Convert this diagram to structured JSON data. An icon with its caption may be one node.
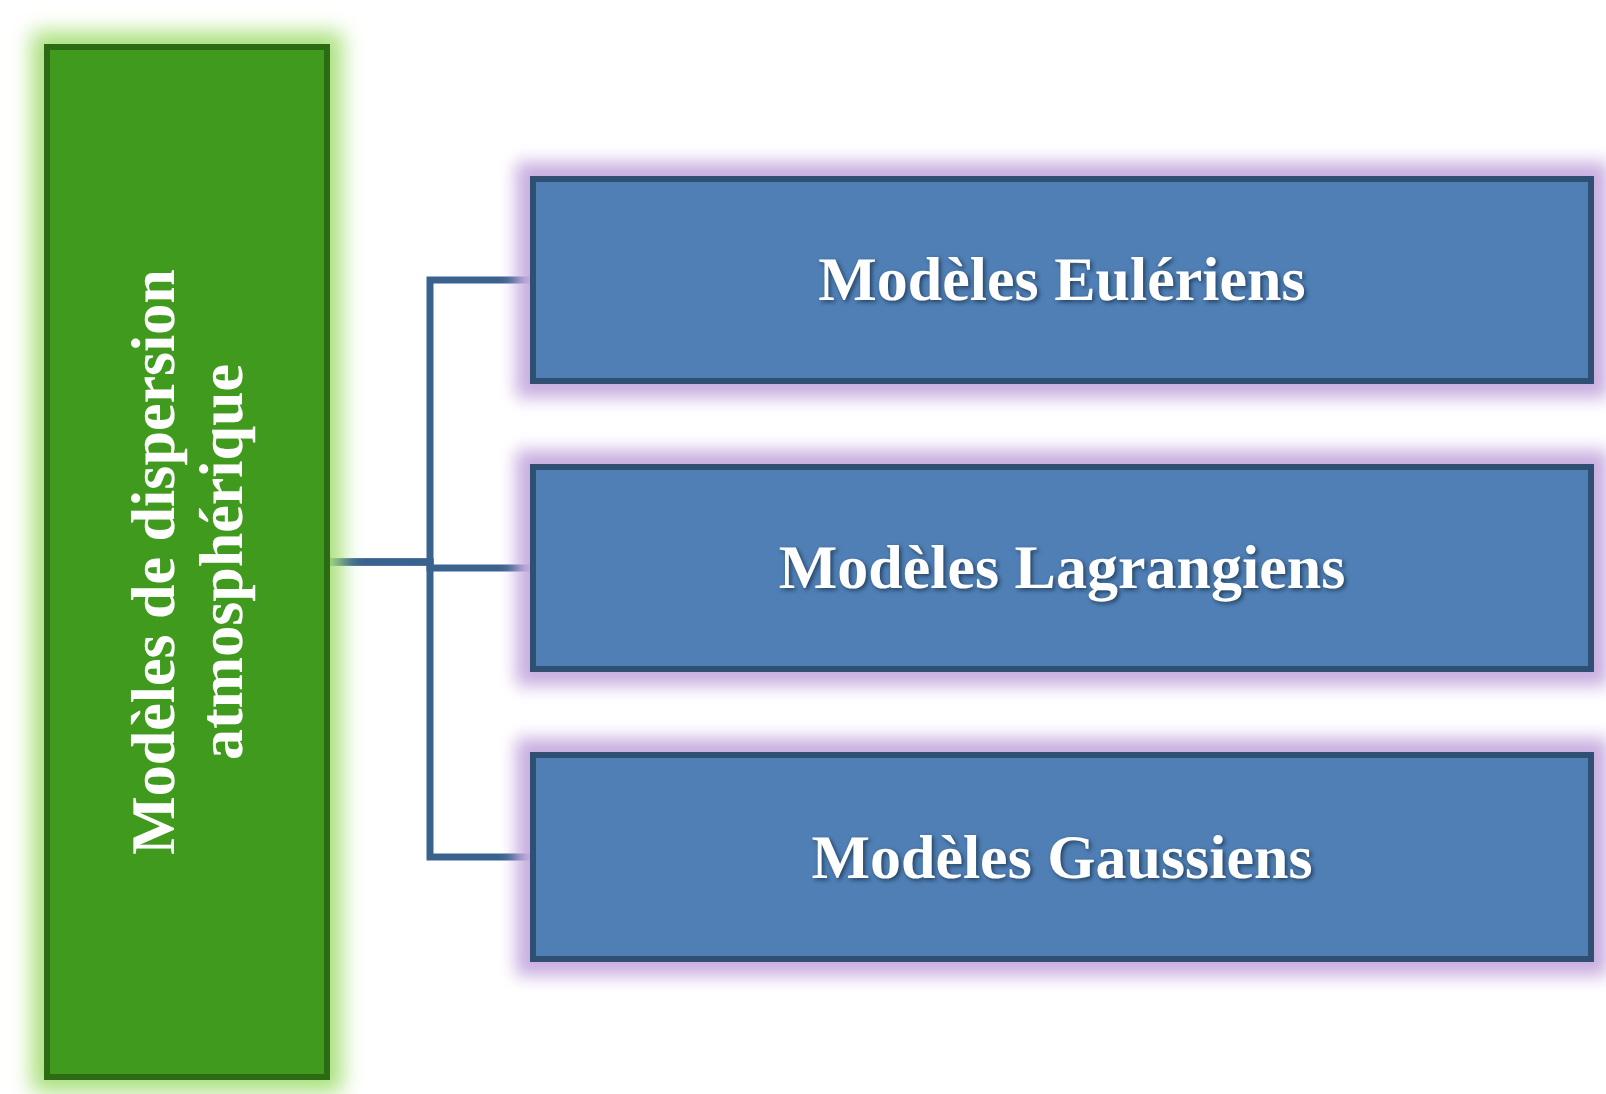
{
  "diagram": {
    "nodes": [
      {
        "text": [
          "Modèles de dispersion atmosphérique"
        ]
      },
      {
        "text": [
          "Modèles Eulériens"
        ]
      },
      {
        "text": [
          "Modèles Lagrangiens"
        ]
      },
      {
        "text": [
          "Modèles Gaussiens"
        ]
      }
    ],
    "edges": [
      {
        "from": 0,
        "to": 1,
        "arrow": "none"
      },
      {
        "from": 0,
        "to": 2,
        "arrow": "none"
      },
      {
        "from": 0,
        "to": 3,
        "arrow": "none"
      }
    ]
  }
}
